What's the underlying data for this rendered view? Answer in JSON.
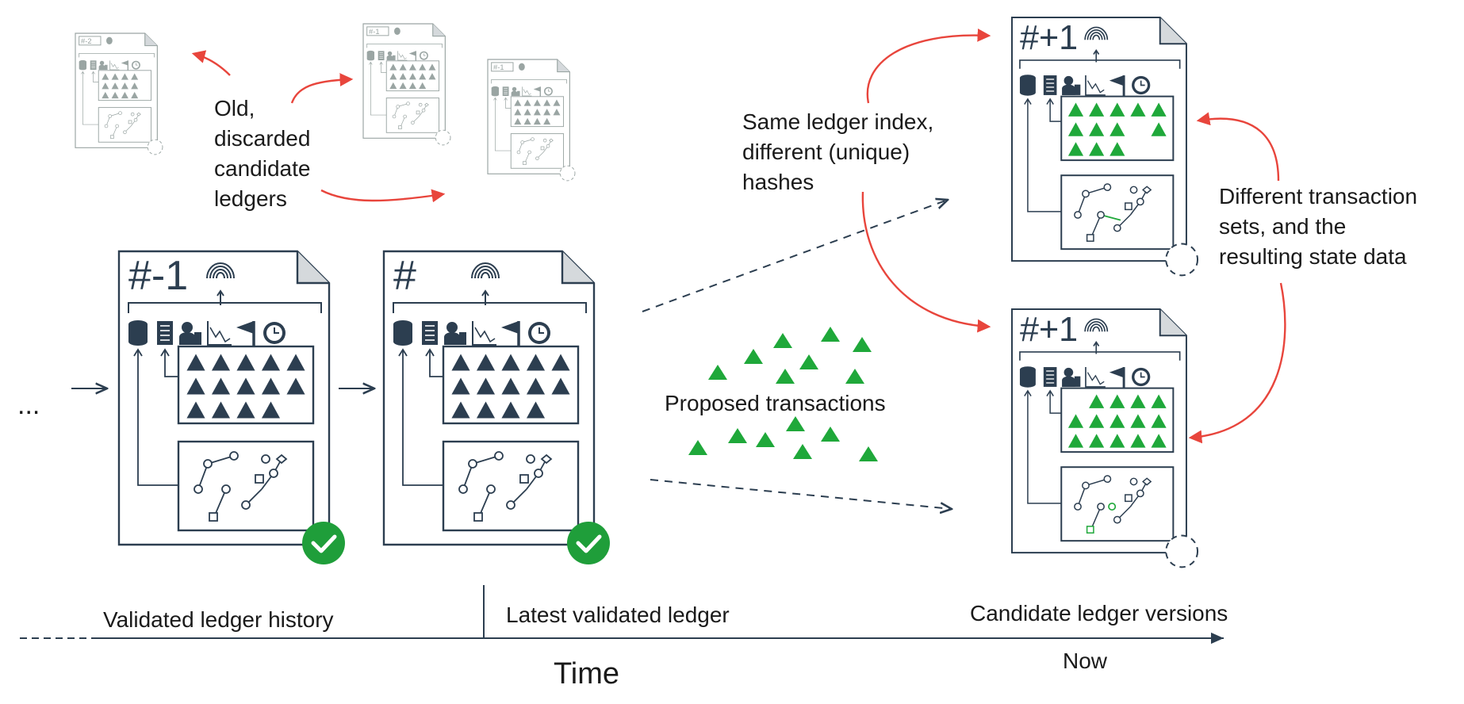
{
  "labels": {
    "ellipsis": "...",
    "old_discarded": "Old,\ndiscarded\ncandidate\nledgers",
    "same_index": "Same ledger index,\ndifferent (unique)\nhashes",
    "different_sets": "Different transaction\nsets, and the\nresulting state data",
    "proposed": "Proposed transactions",
    "validated_history": "Validated ledger history",
    "latest_validated": "Latest validated ledger",
    "candidate_versions": "Candidate ledger versions",
    "time": "Time",
    "now": "Now"
  },
  "ledgers": {
    "old1": "#-2",
    "old2": "#-1",
    "old3": "#-1",
    "validated_prev": "#-1",
    "validated_latest": "#",
    "candidate_a": "#+1",
    "candidate_b": "#+1"
  },
  "colors": {
    "dark": "#2c3e50",
    "faded": "#9aa5a3",
    "green": "#1fa83a",
    "red": "#e8453c",
    "check": "#1f9e3a"
  },
  "icons": [
    "database-icon",
    "receipt-icon",
    "accounts-icon",
    "chart-icon",
    "flag-icon",
    "clock-icon",
    "fingerprint-icon",
    "checkmark-icon"
  ]
}
